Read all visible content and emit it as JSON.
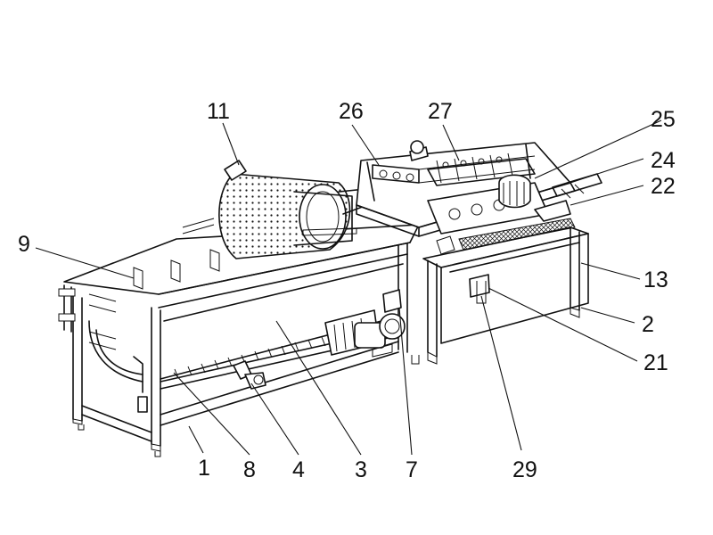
{
  "labels": {
    "l1": "1",
    "l2": "2",
    "l3": "3",
    "l4": "4",
    "l7": "7",
    "l8": "8",
    "l9": "9",
    "l11": "11",
    "l13": "13",
    "l21": "21",
    "l22": "22",
    "l24": "24",
    "l25": "25",
    "l26": "26",
    "l27": "27",
    "l29": "29"
  }
}
